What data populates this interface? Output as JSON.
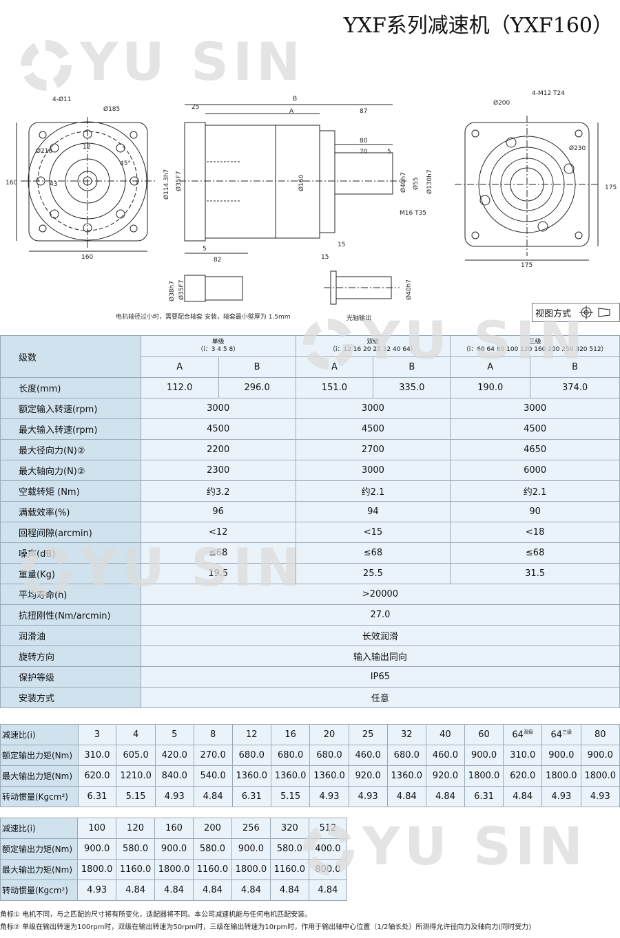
{
  "title": "YXF系列减速机（YXF160）",
  "watermark": "YU SIN",
  "drawing": {
    "front_labels": [
      "4-Ø11",
      "Ø185",
      "Ø210",
      "12",
      "45°",
      "43",
      "160",
      "160"
    ],
    "side_labels": [
      "B",
      "25",
      "A",
      "87",
      "80",
      "70",
      "5",
      "Ø114.3h7",
      "Ø35F7",
      "Ø160",
      "Ø40h7",
      "Ø55",
      "Ø130h7",
      "M16 T35",
      "5",
      "82",
      "15",
      "15"
    ],
    "rear_labels": [
      "Ø200",
      "4-M12 T24",
      "Ø230",
      "175",
      "175"
    ],
    "sleeve_labels": [
      "Ø38h7",
      "Ø35F7"
    ],
    "shaft_labels": [
      "Ø40h7"
    ],
    "note_sleeve": "电机轴径过小时，需要配合轴套 安装，轴套最小壁厚为 1.5mm",
    "note_shaft": "光轴输出"
  },
  "view_mode_label": "视图方式",
  "spec": {
    "stage_header": "级数",
    "stages": [
      {
        "name": "单级",
        "ratios": "（i：3 4 5 8）"
      },
      {
        "name": "双级",
        "ratios": "（i：12 16 20 25 32 40 64）"
      },
      {
        "name": "三级",
        "ratios": "（i：60 64 80 100 120 160 200 256 320 512）"
      }
    ],
    "ab": [
      "A",
      "B",
      "A",
      "B",
      "A",
      "B"
    ],
    "length_label": "长度(mm)",
    "lengths": [
      "112.0",
      "296.0",
      "151.0",
      "335.0",
      "190.0",
      "374.0"
    ],
    "rows3": [
      {
        "label": "额定输入转速(rpm)",
        "v": [
          "3000",
          "3000",
          "3000"
        ]
      },
      {
        "label": "最大输入转速(rpm)",
        "v": [
          "4500",
          "4500",
          "4500"
        ]
      },
      {
        "label": "最大径向力(N)②",
        "v": [
          "2200",
          "2700",
          "4650"
        ]
      },
      {
        "label": "最大轴向力(N)②",
        "v": [
          "2300",
          "3000",
          "6000"
        ]
      },
      {
        "label": "空载转矩 (Nm)",
        "v": [
          "约3.2",
          "约2.1",
          "约2.1"
        ]
      },
      {
        "label": "满载效率(%)",
        "v": [
          "96",
          "94",
          "90"
        ]
      },
      {
        "label": "回程间隙(arcmin)",
        "v": [
          "<12",
          "<15",
          "<18"
        ]
      },
      {
        "label": "噪声(dB)",
        "v": [
          "≤68",
          "≤68",
          "≤68"
        ]
      },
      {
        "label": "重量(Kg)",
        "v": [
          "19.5",
          "25.5",
          "31.5"
        ]
      }
    ],
    "rows1": [
      {
        "label": "平均寿命(h)",
        "v": ">20000"
      },
      {
        "label": "抗扭刚性(Nm/arcmin)",
        "v": "27.0"
      },
      {
        "label": "润滑油",
        "v": "长效润滑"
      },
      {
        "label": "旋转方向",
        "v": "输入输出同向"
      },
      {
        "label": "保护等级",
        "v": "IP65"
      },
      {
        "label": "安装方式",
        "v": "任意"
      }
    ]
  },
  "ratio_table_1": {
    "labels": [
      "减速比(i)",
      "额定输出力矩(Nm)",
      "最大输出力矩(Nm)",
      "转动惯量(Kgcm²)"
    ],
    "ratios": [
      "3",
      "4",
      "5",
      "8",
      "12",
      "16",
      "20",
      "25",
      "32",
      "40",
      "60",
      "64",
      "64",
      "80"
    ],
    "ratio_tags": [
      "",
      "",
      "",
      "",
      "",
      "",
      "",
      "",
      "",
      "",
      "",
      "双级",
      "三级",
      ""
    ],
    "rated": [
      "310.0",
      "605.0",
      "420.0",
      "270.0",
      "680.0",
      "680.0",
      "680.0",
      "460.0",
      "680.0",
      "460.0",
      "900.0",
      "310.0",
      "900.0",
      "900.0"
    ],
    "max": [
      "620.0",
      "1210.0",
      "840.0",
      "540.0",
      "1360.0",
      "1360.0",
      "1360.0",
      "920.0",
      "1360.0",
      "920.0",
      "1800.0",
      "620.0",
      "1800.0",
      "1800.0"
    ],
    "inertia": [
      "6.31",
      "5.15",
      "4.93",
      "4.84",
      "6.31",
      "5.15",
      "4.93",
      "4.93",
      "4.84",
      "4.84",
      "6.31",
      "4.84",
      "4.93",
      "4.93"
    ]
  },
  "ratio_table_2": {
    "labels": [
      "减速比(i)",
      "额定输出力矩(Nm)",
      "最大输出力矩(Nm)",
      "转动惯量(Kgcm²)"
    ],
    "ratios": [
      "100",
      "120",
      "160",
      "200",
      "256",
      "320",
      "512"
    ],
    "rated": [
      "900.0",
      "580.0",
      "900.0",
      "580.0",
      "900.0",
      "580.0",
      "400.0"
    ],
    "max": [
      "1800.0",
      "1160.0",
      "1800.0",
      "1160.0",
      "1800.0",
      "1160.0",
      "800.0"
    ],
    "inertia": [
      "4.93",
      "4.84",
      "4.84",
      "4.84",
      "4.84",
      "4.84",
      "4.84"
    ]
  },
  "footnotes": [
    "角标①   电机不同，与之匹配的尺寸将有所变化，适配器将不同。本公司减速机能与任何电机匹配安装。",
    "角标②   单级在输出转速为100rpm时，双级在输出转速为50rpm时，三级在输出转速为10rpm时，作用于输出轴中心位置（1/2轴长处）所测得允许径向力及轴向力(同时受力)"
  ]
}
